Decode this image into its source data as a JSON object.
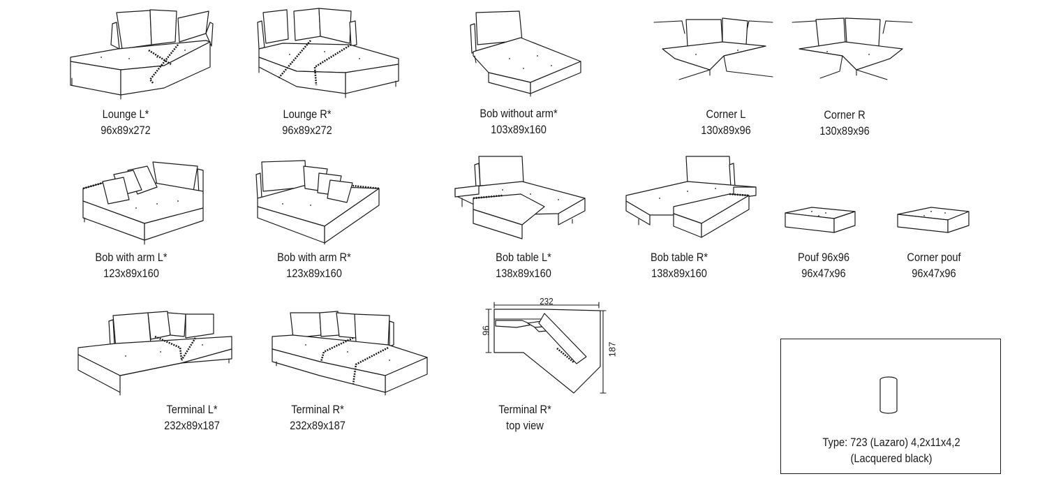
{
  "modules": {
    "lounge_l": {
      "name": "Lounge L*",
      "dims": "96x89x272"
    },
    "lounge_r": {
      "name": "Lounge R*",
      "dims": "96x89x272"
    },
    "bob_no_arm": {
      "name": "Bob without arm*",
      "dims": "103x89x160"
    },
    "corner_l": {
      "name": "Corner L",
      "dims": "130x89x96"
    },
    "corner_r": {
      "name": "Corner R",
      "dims": "130x89x96"
    },
    "bob_arm_l": {
      "name": "Bob with arm L*",
      "dims": "123x89x160"
    },
    "bob_arm_r": {
      "name": "Bob with arm R*",
      "dims": "123x89x160"
    },
    "bob_table_l": {
      "name": "Bob table L*",
      "dims": "138x89x160"
    },
    "bob_table_r": {
      "name": "Bob table R*",
      "dims": "138x89x160"
    },
    "pouf": {
      "name": "Pouf 96x96",
      "dims": "96x47x96"
    },
    "corner_pouf": {
      "name": "Corner pouf",
      "dims": "96x47x96"
    },
    "terminal_l": {
      "name": "Terminal L*",
      "dims": "232x89x187"
    },
    "terminal_r": {
      "name": "Terminal R*",
      "dims": "232x89x187"
    },
    "terminal_top": {
      "name": "Terminal R*",
      "dims": "top view"
    }
  },
  "top_view": {
    "width": "232",
    "depth_left": "96",
    "depth_right": "187"
  },
  "foot": {
    "type": "Type: 723 (Lazaro) 4,2x11x4,2",
    "finish": "(Lacquered black)"
  }
}
